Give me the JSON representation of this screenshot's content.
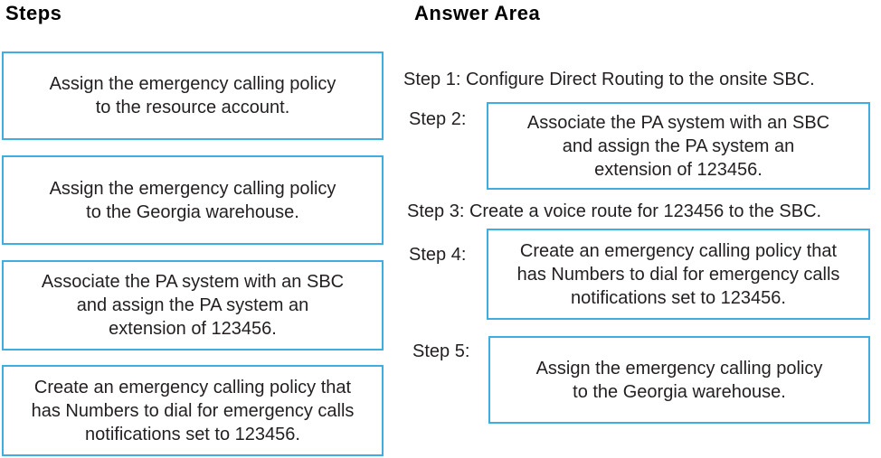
{
  "colors": {
    "box_border": "#3FACE2",
    "text": "#231F20",
    "heading": "#000000",
    "background": "#FFFFFF"
  },
  "steps_panel": {
    "title": "Steps",
    "items": [
      {
        "lines": [
          "Assign the emergency calling policy",
          "to the resource account."
        ]
      },
      {
        "lines": [
          "Assign the emergency calling policy",
          "to the Georgia warehouse."
        ]
      },
      {
        "lines": [
          "Associate the PA system with an SBC",
          "and assign the PA system an",
          "extension of 123456."
        ]
      },
      {
        "lines": [
          "Create an emergency calling policy that",
          "has Numbers to dial for emergency calls",
          "notifications set to 123456."
        ]
      }
    ]
  },
  "answer_area": {
    "title": "Answer Area",
    "steps": [
      {
        "label": "Step 1:",
        "boxed": false,
        "text": "Configure Direct Routing to the onsite SBC."
      },
      {
        "label": "Step 2:",
        "boxed": true,
        "lines": [
          "Associate the PA system with an SBC",
          "and assign the PA system an",
          "extension of 123456."
        ]
      },
      {
        "label": "Step 3:",
        "boxed": false,
        "text": "Create a voice route for 123456 to the SBC."
      },
      {
        "label": "Step 4:",
        "boxed": true,
        "lines": [
          "Create an emergency calling policy that",
          "has Numbers to dial for emergency calls",
          "notifications set to 123456."
        ]
      },
      {
        "label": "Step 5:",
        "boxed": true,
        "lines": [
          "Assign the emergency calling policy",
          "to the Georgia warehouse."
        ]
      }
    ]
  }
}
